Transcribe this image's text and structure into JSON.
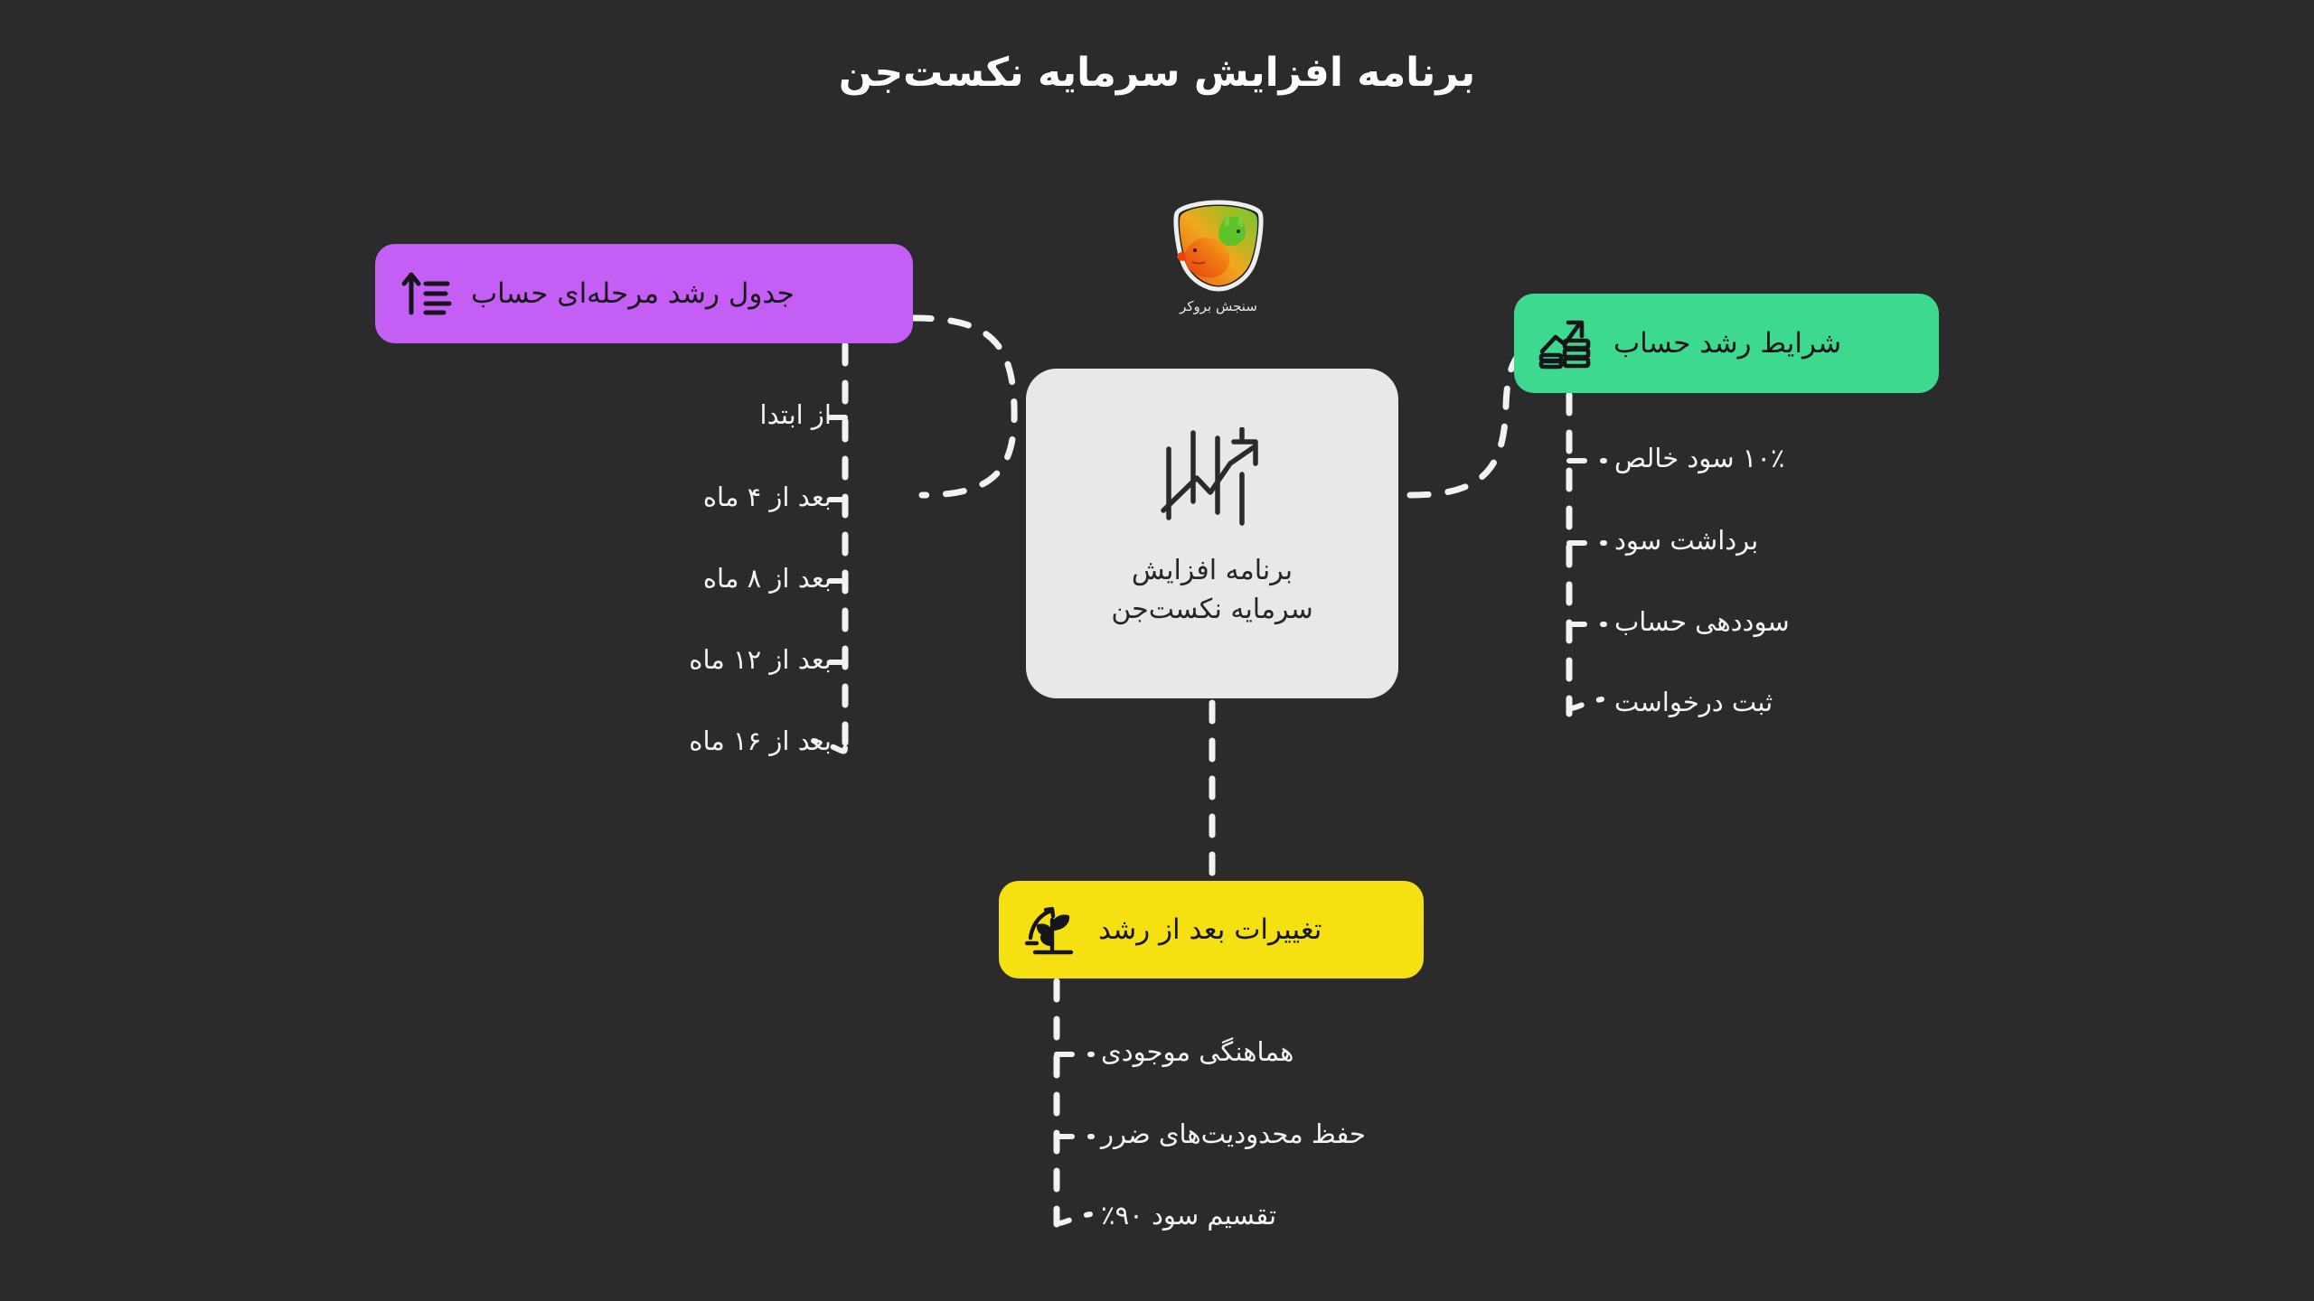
{
  "page": {
    "title": "برنامه افزایش سرمایه نکست‌جن",
    "background_color": "#2b2b2b",
    "text_color": "#f4f4f4"
  },
  "logo": {
    "caption": "سنجش بروکر",
    "icon": "bull-bear-shield-logo",
    "colors": {
      "bull_green": "#5ec22a",
      "bear_orange": "#f05a14",
      "shield_stroke": "#efefef"
    }
  },
  "center": {
    "icon": "candlestick-trending-up-icon",
    "label": "برنامه افزایش\nسرمایه نکست‌جن",
    "background_color": "#e8e8e8",
    "text_color": "#262626"
  },
  "branches": [
    {
      "id": "account-growth-table",
      "label": "جدول رشد مرحله‌ای حساب",
      "color": "#c55ef5",
      "icon": "bar-chart-up-arrow-icon",
      "side": "left",
      "items": [
        "از ابتدا",
        "بعد از ۴ ماه",
        "بعد از ۸ ماه",
        "بعد از ۱۲ ماه",
        "بعد از ۱۶ ماه"
      ]
    },
    {
      "id": "account-growth-conditions",
      "label": "شرایط رشد حساب",
      "color": "#3cd98e",
      "icon": "growth-chart-coins-icon",
      "side": "right",
      "items": [
        "۱۰٪ سود خالص",
        "برداشت سود",
        "سوددهی حساب",
        "ثبت درخواست"
      ]
    },
    {
      "id": "post-growth-changes",
      "label": "تغییرات بعد از رشد",
      "color": "#f5e111",
      "icon": "growing-plant-sprout-icon",
      "side": "bottom",
      "items": [
        "هماهنگی موجودی",
        "حفظ محدودیت‌های ضرر",
        "تقسیم سود ۹۰٪"
      ]
    }
  ],
  "connectors": {
    "style": "dashed",
    "color": "#f2f2f2"
  }
}
